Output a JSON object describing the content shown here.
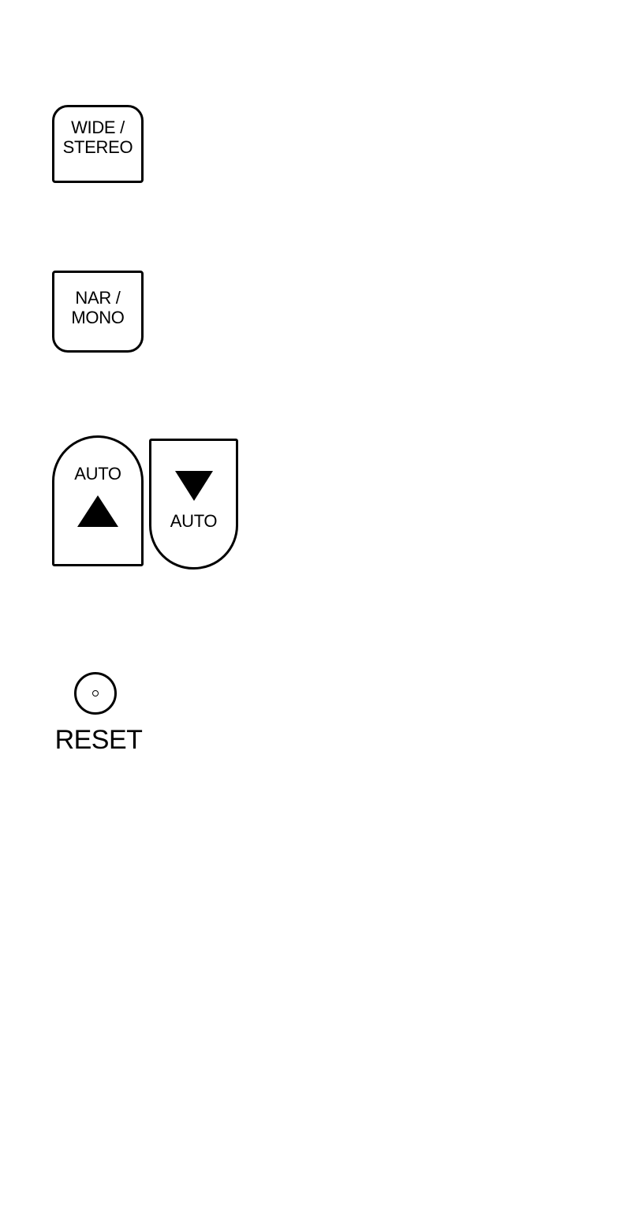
{
  "keys": {
    "wide_stereo": {
      "line1": "WIDE /",
      "line2": "STEREO"
    },
    "nar_mono": {
      "line1": "NAR /",
      "line2": "MONO"
    },
    "auto_up": {
      "label": "AUTO",
      "icon": "triangle-up-icon"
    },
    "auto_down": {
      "label": "AUTO",
      "icon": "triangle-down-icon"
    },
    "reset": {
      "label": "RESET"
    }
  },
  "colors": {
    "ink": "#000000",
    "background": "#ffffff"
  }
}
